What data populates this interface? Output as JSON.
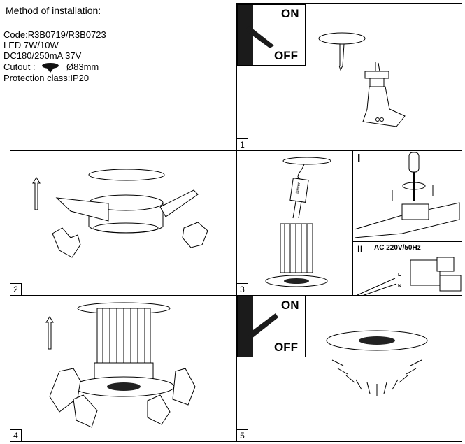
{
  "title": "Method of installation:",
  "specs": {
    "code": "Code:R3B0719/R3B0723",
    "led": "LED 7W/10W",
    "dc": "DC180/250mA 37V",
    "cutout_label": "Cutout :",
    "cutout_value": "Ø83mm",
    "protection": "Protection class:IP20"
  },
  "switch": {
    "on": "ON",
    "off": "OFF"
  },
  "steps": [
    "1",
    "2",
    "3",
    "4",
    "5"
  ],
  "wiring": {
    "step_i": "I",
    "step_ii": "II",
    "voltage": "AC 220V/50Hz",
    "l": "L",
    "n": "N",
    "driver_label": "Driver"
  }
}
